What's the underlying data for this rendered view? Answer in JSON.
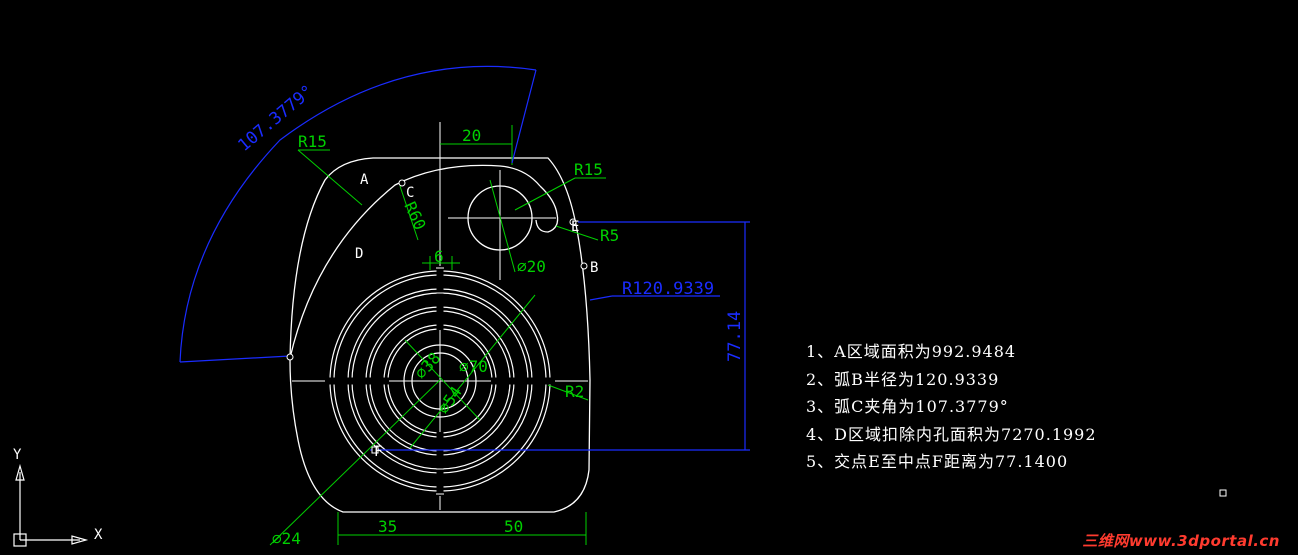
{
  "dimensions": {
    "angle": "107.3779°",
    "r15_left": "R15",
    "width_20": "20",
    "r15_right": "R15",
    "r60": "R60",
    "r5": "R5",
    "dia20": "∅20",
    "width_6": "6",
    "r120": "R120.9339",
    "d77": "77.14",
    "dia38": "∅38",
    "dia70": "∅70",
    "dia54": "∅54",
    "r2": "R2",
    "dia24": "∅24",
    "w35": "35",
    "w50": "50"
  },
  "labels": {
    "a": "A",
    "c": "C",
    "d": "D",
    "e": "E",
    "b": "B",
    "f": "F"
  },
  "axes": {
    "y": "Y",
    "x": "X"
  },
  "notes": [
    "1、A区域面积为992.9484",
    "2、弧B半径为120.9339",
    "3、弧C夹角为107.3779°",
    "4、D区域扣除内孔面积为7270.1992",
    "5、交点E至中点F距离为77.1400"
  ],
  "watermark": "三维网www.3dportal.cn",
  "colors": {
    "background": "#000000",
    "outline": "#ffffff",
    "dimension": "#00d000",
    "annotation": "#1a2cff"
  }
}
